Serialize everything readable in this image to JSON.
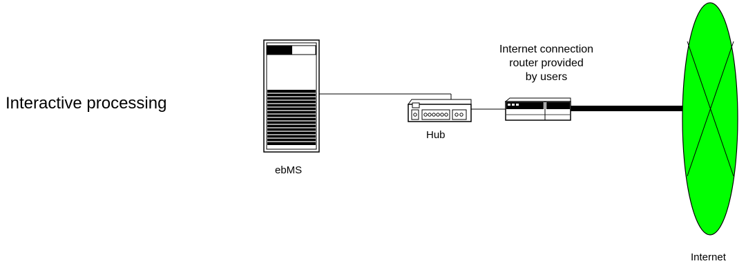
{
  "heading": "Interactive processing",
  "server": {
    "label": "ebMS"
  },
  "hub": {
    "label": "Hub"
  },
  "router": {
    "label": "Internet connection\nrouter provided\nby users"
  },
  "internet": {
    "label": "Internet",
    "fill_color": "#00ff00"
  }
}
